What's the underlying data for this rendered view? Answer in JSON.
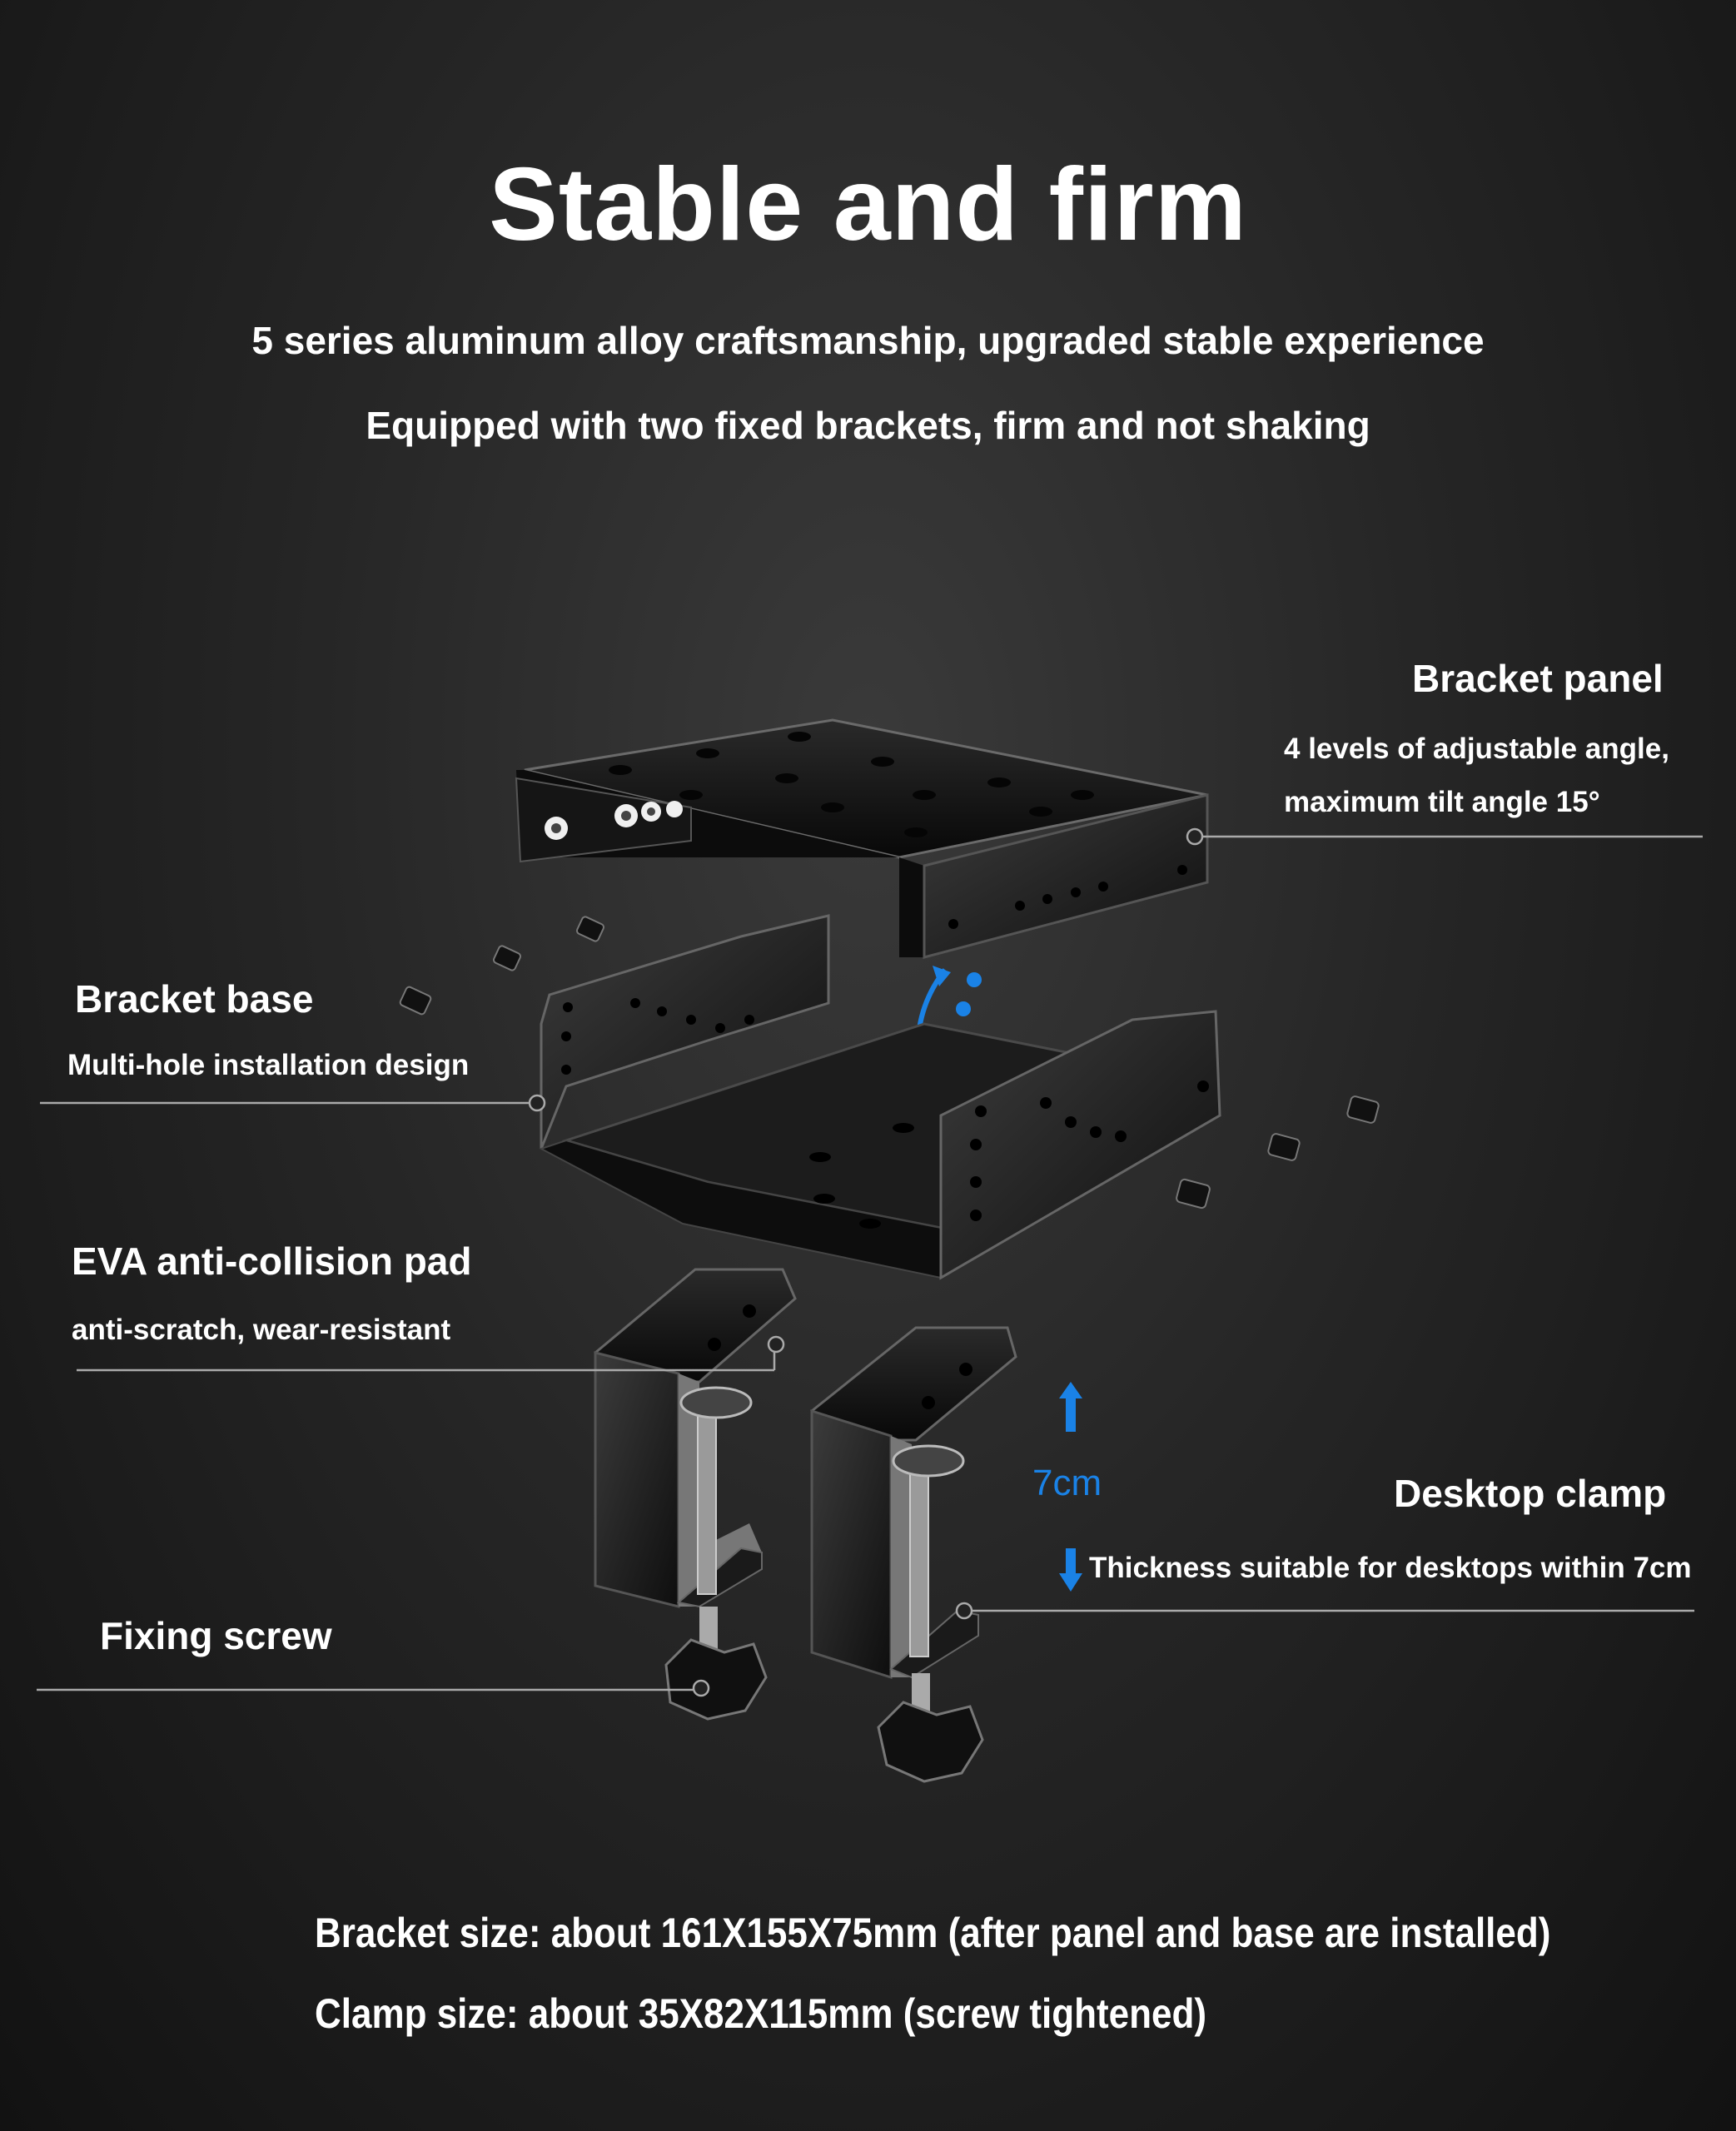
{
  "header": {
    "title": "Stable and firm",
    "subtitle_1": "5 series aluminum alloy craftsmanship, upgraded stable experience",
    "subtitle_2": "Equipped with two fixed brackets, firm and not shaking"
  },
  "callouts": {
    "bracket_panel": {
      "title": "Bracket panel",
      "desc_1": "4 levels of adjustable angle,",
      "desc_2": "maximum tilt angle 15°"
    },
    "bracket_base": {
      "title": "Bracket base",
      "desc": "Multi-hole installation design"
    },
    "eva_pad": {
      "title": "EVA anti-collision pad",
      "desc": "anti-scratch, wear-resistant"
    },
    "fixing_screw": {
      "title": "Fixing screw"
    },
    "desktop_clamp": {
      "title": "Desktop clamp",
      "desc": "Thickness suitable for desktops within 7cm",
      "measure": "7cm"
    }
  },
  "footer": {
    "bracket_size": "Bracket size: about 161X155X75mm (after panel and base are installed)",
    "clamp_size": "Clamp size: about 35X82X115mm (screw tightened)"
  },
  "colors": {
    "background": "#1e1e1e",
    "text": "#ffffff",
    "accent": "#1a82e6"
  }
}
